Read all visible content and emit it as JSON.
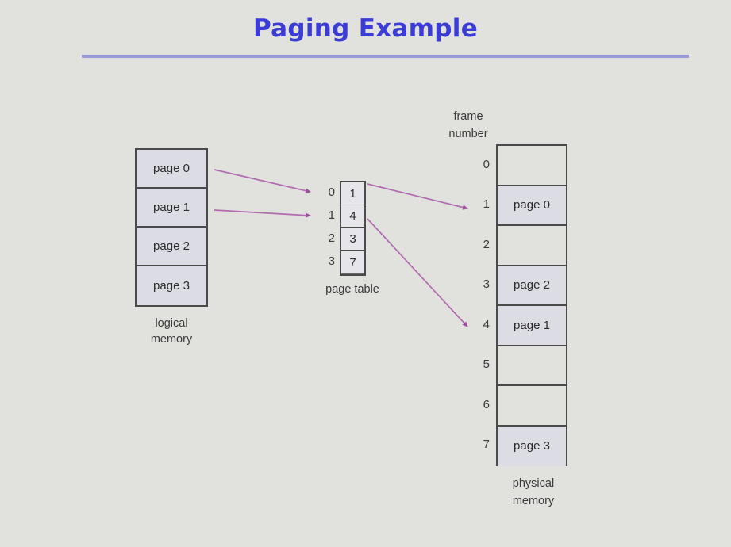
{
  "slide": {
    "title": "Paging Example",
    "accent_color": "#3b3bd6",
    "rule_color": "#9a9ad8",
    "background_color": "#e1e1de"
  },
  "logical_memory": {
    "label_line1": "logical",
    "label_line2": "memory",
    "cells": [
      {
        "label": "page 0"
      },
      {
        "label": "page 1"
      },
      {
        "label": "page 2"
      },
      {
        "label": "page 3"
      }
    ]
  },
  "page_table": {
    "label": "page table",
    "indices": [
      "0",
      "1",
      "2",
      "3"
    ],
    "values": [
      "1",
      "4",
      "3",
      "7"
    ]
  },
  "physical_memory": {
    "header_line1": "frame",
    "header_line2": "number",
    "label_line1": "physical",
    "label_line2": "memory",
    "indices": [
      "0",
      "1",
      "2",
      "3",
      "4",
      "5",
      "6",
      "7"
    ],
    "frames": [
      {
        "label": "",
        "occupied": false
      },
      {
        "label": "page 0",
        "occupied": true
      },
      {
        "label": "",
        "occupied": false
      },
      {
        "label": "page 2",
        "occupied": true
      },
      {
        "label": "page 1",
        "occupied": true
      },
      {
        "label": "",
        "occupied": false
      },
      {
        "label": "",
        "occupied": false
      },
      {
        "label": "page 3",
        "occupied": true
      }
    ]
  },
  "arrows": {
    "color": "#9b4f9b",
    "mappings": [
      {
        "from": "logical page 0",
        "to": "page table entry 0"
      },
      {
        "from": "logical page 1",
        "to": "page table entry 1"
      },
      {
        "from": "page table entry 0 (value 1)",
        "to": "physical frame 1"
      },
      {
        "from": "page table entry 1 (value 4)",
        "to": "physical frame 4"
      }
    ]
  }
}
